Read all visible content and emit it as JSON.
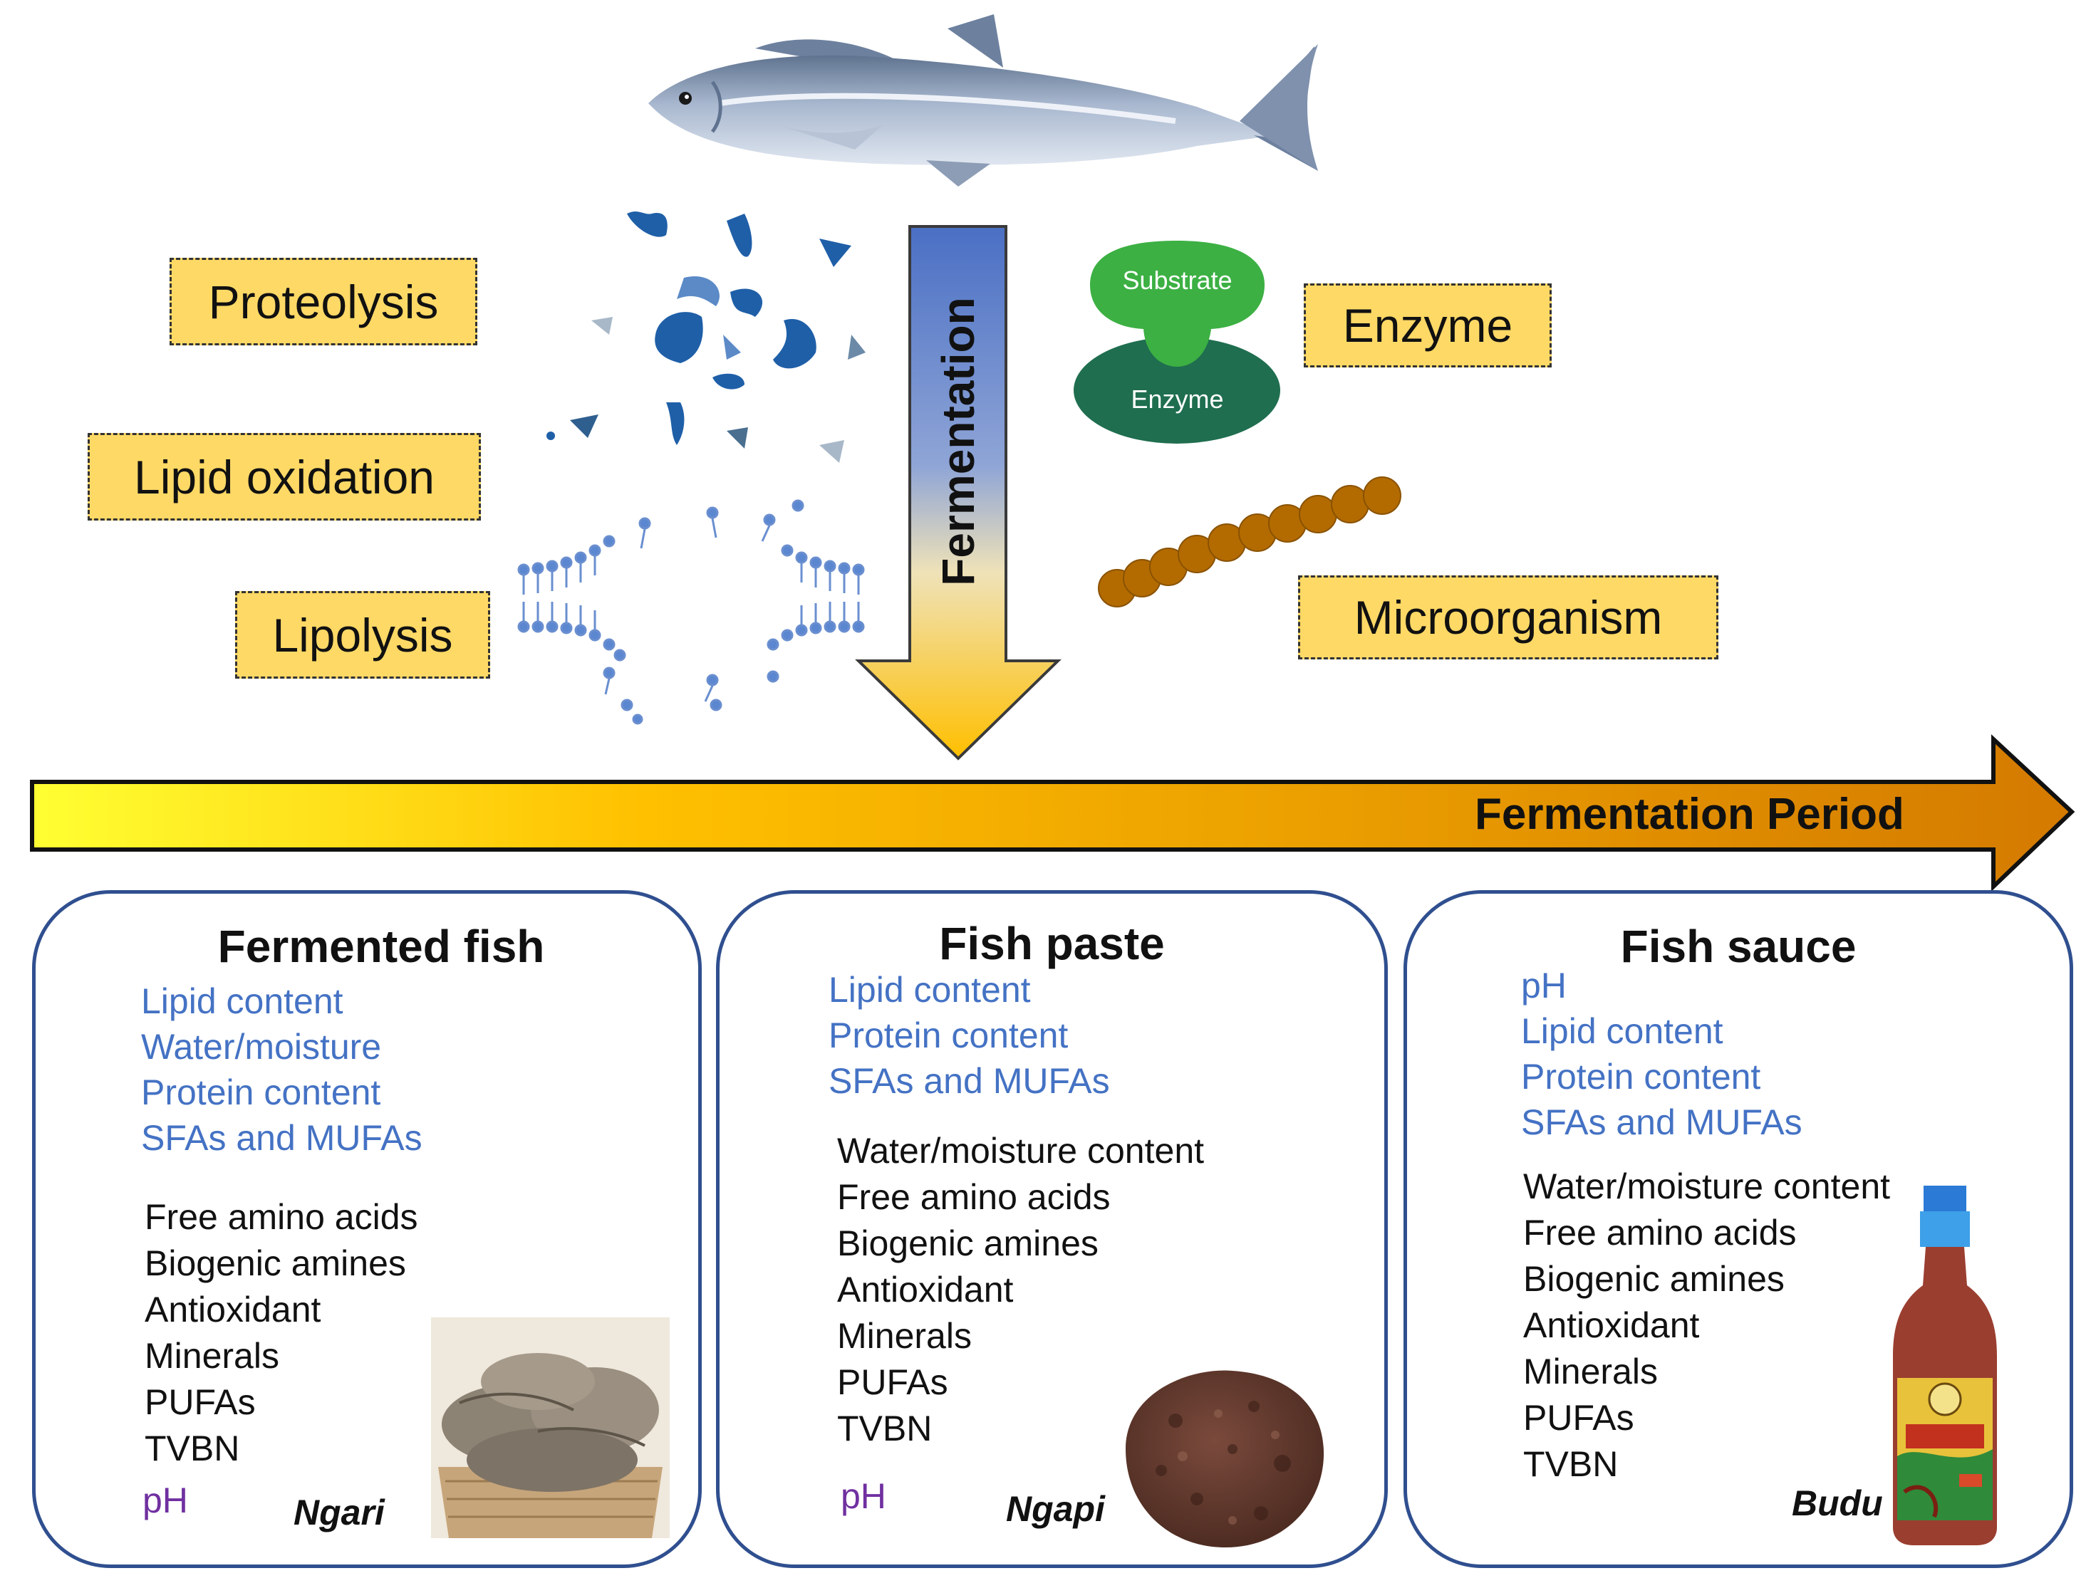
{
  "process_labels": {
    "proteolysis": "Proteolysis",
    "lipid_oxidation": "Lipid oxidation",
    "lipolysis": "Lipolysis",
    "enzyme": "Enzyme",
    "microorganism": "Microorganism"
  },
  "enzyme_icon": {
    "substrate": "Substrate",
    "enzyme": "Enzyme"
  },
  "central_arrow_label": "Fermentation",
  "timeline_label": "Fermentation Period",
  "panels": [
    {
      "title": "Fermented fish",
      "decrease": [
        "Lipid content",
        "Water/moisture",
        "Protein content",
        "SFAs and MUFAs"
      ],
      "increase": [
        "Free amino acids",
        "Biogenic amines",
        "Antioxidant",
        "Minerals",
        "PUFAs",
        "TVBN"
      ],
      "small_increase": "pH",
      "sample": "Ngari"
    },
    {
      "title": "Fish paste",
      "decrease": [
        "Lipid content",
        "Protein content",
        "SFAs and MUFAs"
      ],
      "increase": [
        "Water/moisture  content",
        "Free amino acids",
        "Biogenic amines",
        "Antioxidant",
        "Minerals",
        "PUFAs",
        "TVBN"
      ],
      "small_increase": "pH",
      "sample": "Ngapi"
    },
    {
      "title": "Fish sauce",
      "decrease": [
        "pH",
        "Lipid content",
        "Protein content",
        "SFAs and MUFAs"
      ],
      "increase": [
        "Water/moisture  content",
        "Free amino acids",
        "Biogenic amines",
        "Antioxidant",
        "Minerals",
        "PUFAs",
        "TVBN"
      ],
      "sample": "Budu"
    }
  ],
  "colors": {
    "label_fill": "#ffd966",
    "decrease_text": "#4472c4",
    "decrease_arrow": "#002060",
    "increase_arrow": "#000000",
    "ph_marker": "#7030a0",
    "panel_border": "#2f4f8f",
    "substrate_fill": "#3cb043",
    "enzyme_fill": "#1f6e4f",
    "microorganism_fill": "#b36b00"
  },
  "icons": [
    "fish-icon",
    "protein-fragments-icon",
    "lipid-membrane-icon",
    "enzyme-substrate-icon",
    "microorganism-chain-icon",
    "dried-fish-photo-icon",
    "fish-paste-photo-icon",
    "sauce-bottle-photo-icon"
  ]
}
